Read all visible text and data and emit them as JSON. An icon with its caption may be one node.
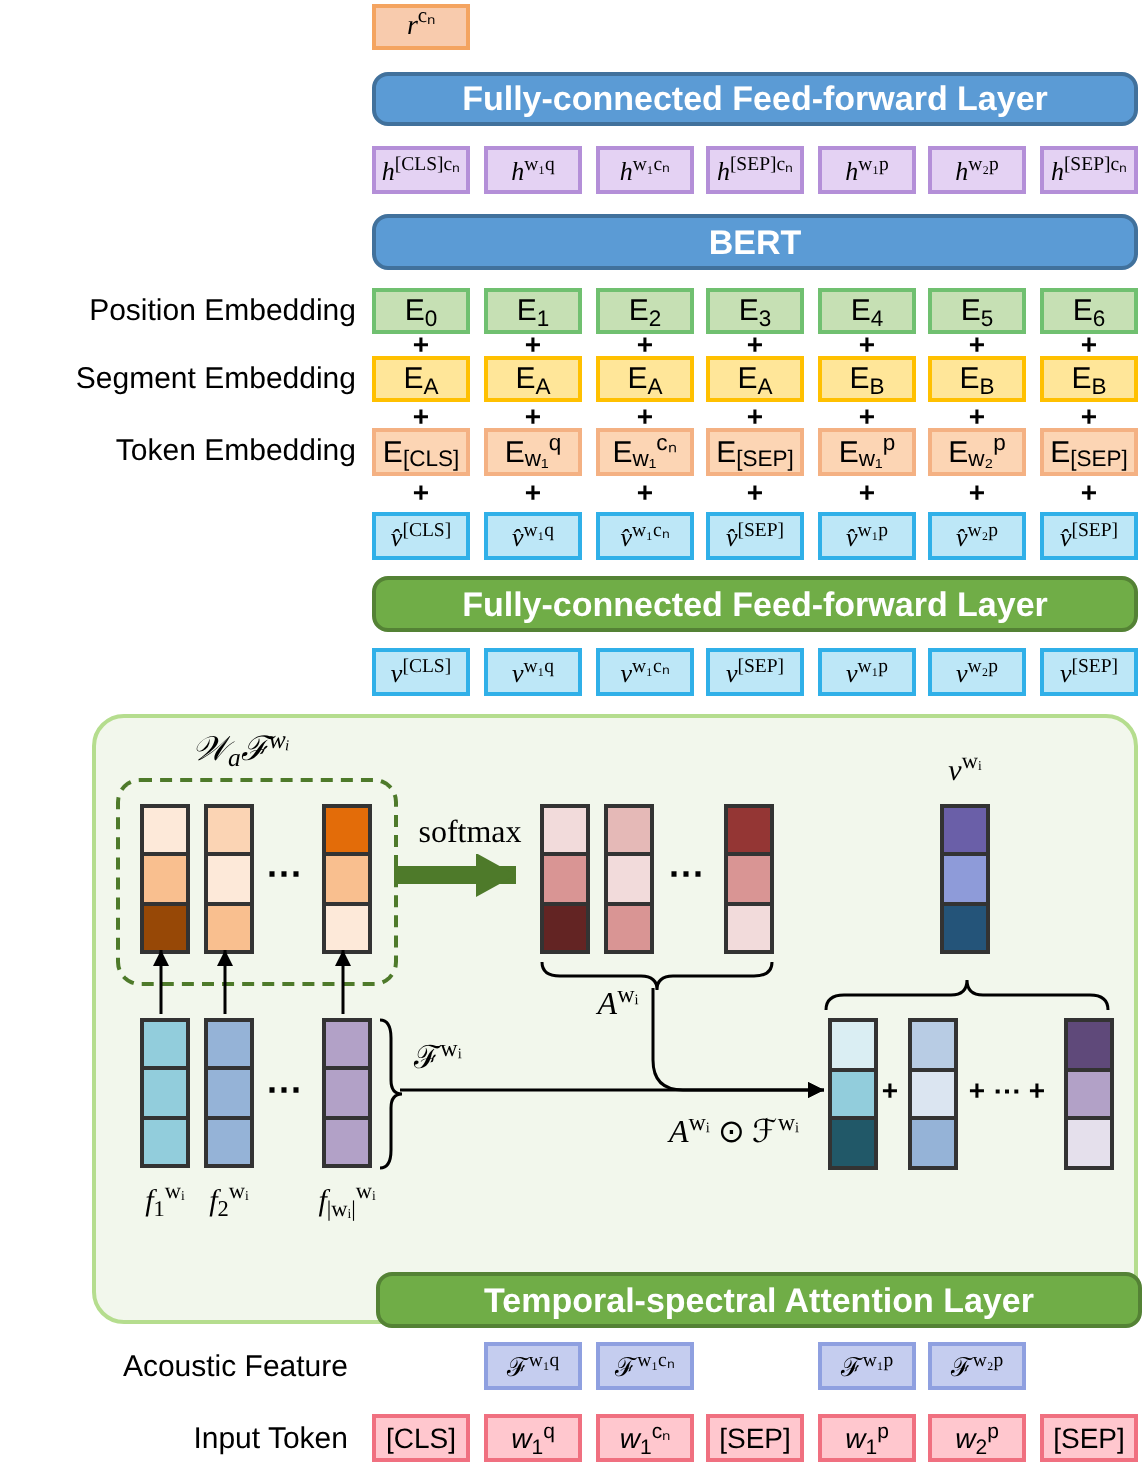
{
  "diagram": {
    "nodes": [
      {
        "text": [
          "*r*$^{cₙ}$"
        ]
      },
      {
        "text": [
          "Fully-connected Feed-forward Layer"
        ]
      },
      {
        "text": [
          "*h*$^{[CLS]cₙ}$"
        ]
      },
      {
        "text": [
          "*h*$^{w₁q}$"
        ]
      },
      {
        "text": [
          "*h*$^{w₁cₙ}$"
        ]
      },
      {
        "text": [
          "*h*$^{[SEP]cₙ}$"
        ]
      },
      {
        "text": [
          "*h*$^{w₁p}$"
        ]
      },
      {
        "text": [
          "*h*$^{w₂p}$"
        ]
      },
      {
        "text": [
          "*h*$^{[SEP]cₙ}$"
        ]
      },
      {
        "text": [
          "BERT"
        ]
      },
      {
        "text": [
          "E$_{0}$"
        ]
      },
      {
        "text": [
          "E$_{1}$"
        ]
      },
      {
        "text": [
          "E$_{2}$"
        ]
      },
      {
        "text": [
          "E$_{3}$"
        ]
      },
      {
        "text": [
          "E$_{4}$"
        ]
      },
      {
        "text": [
          "E$_{5}$"
        ]
      },
      {
        "text": [
          "E$_{6}$"
        ]
      },
      {
        "text": [
          "E$_{A}$"
        ]
      },
      {
        "text": [
          "E$_{A}$"
        ]
      },
      {
        "text": [
          "E$_{A}$"
        ]
      },
      {
        "text": [
          "E$_{A}$"
        ]
      },
      {
        "text": [
          "E$_{B}$"
        ]
      },
      {
        "text": [
          "E$_{B}$"
        ]
      },
      {
        "text": [
          "E$_{B}$"
        ]
      },
      {
        "text": [
          "E$_{[CLS]}$"
        ]
      },
      {
        "text": [
          "E$_{w₁}$$^{q}$"
        ]
      },
      {
        "text": [
          "E$_{w₁}$$^{cₙ}$"
        ]
      },
      {
        "text": [
          "E$_{[SEP]}$"
        ]
      },
      {
        "text": [
          "E$_{w₁}$$^{p}$"
        ]
      },
      {
        "text": [
          "E$_{w₂}$$^{p}$"
        ]
      },
      {
        "text": [
          "E$_{[SEP]}$"
        ]
      },
      {
        "text": [
          "*v̂*$^{[CLS]}$"
        ]
      },
      {
        "text": [
          "*v̂*$^{w₁q}$"
        ]
      },
      {
        "text": [
          "*v̂*$^{w₁cₙ}$"
        ]
      },
      {
        "text": [
          "*v̂*$^{[SEP]}$"
        ]
      },
      {
        "text": [
          "*v̂*$^{w₁p}$"
        ]
      },
      {
        "text": [
          "*v̂*$^{w₂p}$"
        ]
      },
      {
        "text": [
          "*v̂*$^{[SEP]}$"
        ]
      },
      {
        "text": [
          "Fully-connected Feed-forward Layer"
        ]
      },
      {
        "text": [
          "*v*$^{[CLS]}$"
        ]
      },
      {
        "text": [
          "*v*$^{w₁q}$"
        ]
      },
      {
        "text": [
          "*v*$^{w₁cₙ}$"
        ]
      },
      {
        "text": [
          "*v*$^{[SEP]}$"
        ]
      },
      {
        "text": [
          "*v*$^{w₁p}$"
        ]
      },
      {
        "text": [
          "*v*$^{w₂p}$"
        ]
      },
      {
        "text": [
          "*v*$^{[SEP]}$"
        ]
      },
      {
        "text": [],
        "shape": "box"
      },
      {
        "text": [
          "𝒲$_{a}$ℱ$^{wᵢ}$"
        ],
        "in": 46
      },
      {
        "text": [],
        "shape": "bar",
        "in": 47
      },
      {
        "text": [],
        "shape": "bar",
        "in": 47
      },
      {
        "text": [],
        "shape": "bar",
        "in": 47
      },
      {
        "text": [],
        "shape": "bar",
        "in": 46
      },
      {
        "text": [],
        "shape": "bar",
        "in": 46
      },
      {
        "text": [],
        "shape": "bar",
        "in": 46
      },
      {
        "text": [],
        "shape": "brace",
        "in": 46
      },
      {
        "text": [
          "*v*$^{wᵢ}$"
        ],
        "in": 46
      },
      {
        "text": [
          "*f*$_{1}$$^{wᵢ}$"
        ],
        "in": 46
      },
      {
        "text": [
          "*f*$_{2}$$^{wᵢ}$"
        ],
        "in": 46
      },
      {
        "text": [
          "*f*$_{|wᵢ|}$$^{wᵢ}$"
        ],
        "in": 46
      },
      {
        "text": [],
        "shape": "brace",
        "in": 46
      },
      {
        "text": [],
        "shape": "bar",
        "in": 46
      },
      {
        "text": [],
        "shape": "bar",
        "in": 46
      },
      {
        "text": [],
        "shape": "bar",
        "in": 46
      },
      {
        "text": [
          "Temporal-spectral Attention Layer"
        ],
        "in": 46
      },
      {
        "text": [
          "ℱ$^{w₁q}$"
        ]
      },
      {
        "text": [
          "ℱ$^{w₁cₙ}$"
        ]
      },
      {
        "text": [
          "ℱ$^{w₁p}$"
        ]
      },
      {
        "text": [
          "ℱ$^{w₂p}$"
        ]
      },
      {
        "text": [
          "[CLS]"
        ]
      },
      {
        "text": [
          "*w*$_{1}$$^{q}$"
        ]
      },
      {
        "text": [
          "*w*$_{1}$$^{cₙ}$"
        ]
      },
      {
        "text": [
          "[SEP]"
        ]
      },
      {
        "text": [
          "*w*$_{1}$$^{p}$"
        ]
      },
      {
        "text": [
          "*w*$_{2}$$^{p}$"
        ]
      },
      {
        "text": [
          "[SEP]"
        ]
      }
    ],
    "edges": [
      {
        "from": 56,
        "to": 48,
        "arrow": "to"
      },
      {
        "from": 57,
        "to": 49,
        "arrow": "to"
      },
      {
        "from": 58,
        "to": 50,
        "arrow": "to"
      },
      {
        "from": 47,
        "to": 51,
        "arrow": "to",
        "label": "softmax",
        "style": "thick",
        "color": "#4e7a2a"
      },
      {
        "from": 59,
        "to": 60,
        "arrow": "to",
        "label": "*A*$^{wᵢ}$ ⊙ ℱ$^{wᵢ}$"
      },
      {
        "from": 54,
        "to": 60,
        "arrow": "to"
      }
    ],
    "labels": [
      "Position Embedding",
      "+",
      "+",
      "+",
      "+",
      "+",
      "+",
      "+",
      "Segment Embedding",
      "+",
      "+",
      "+",
      "+",
      "+",
      "+",
      "+",
      "Token Embedding",
      "+",
      "+",
      "+",
      "+",
      "+",
      "+",
      "+",
      "⋯",
      "⋯",
      "*A*$^{wᵢ}$",
      "ℱ$^{wᵢ}$",
      "⋯",
      "+",
      "+ ⋯ +",
      "Acoustic Feature",
      "Input Token"
    ]
  }
}
